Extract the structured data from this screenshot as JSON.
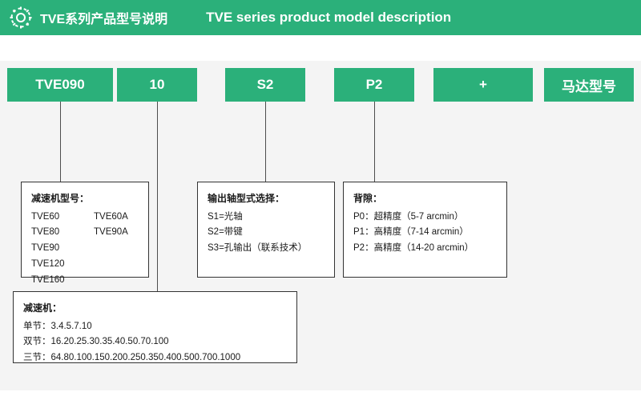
{
  "header": {
    "title_cn": "TVE系列产品型号说明",
    "title_en": "TVE series product model description",
    "icon": "gear-icon",
    "bg_color": "#2bb07a"
  },
  "code_boxes": [
    {
      "label": "TVE090"
    },
    {
      "label": "10"
    },
    {
      "label": "S2"
    },
    {
      "label": "P2"
    },
    {
      "label": "+"
    },
    {
      "label": "马达型号"
    }
  ],
  "info_boxes": {
    "gearbox_model": {
      "title": "减速机型号：",
      "rows_left": [
        "TVE60",
        "TVE80",
        "TVE90",
        "TVE120",
        "TVE160"
      ],
      "rows_right": [
        "TVE60A",
        "TVE90A",
        "",
        "",
        ""
      ]
    },
    "output_shaft": {
      "title": "输出轴型式选择：",
      "rows": [
        "S1=光轴",
        "S2=带键",
        "S3=孔输出（联系技术）"
      ]
    },
    "backlash": {
      "title": "背隙：",
      "rows": [
        "P0：超精度（5-7 arcmin）",
        "P1：高精度（7-14 arcmin）",
        "P2：高精度（14-20 arcmin）"
      ]
    },
    "ratio": {
      "title": "减速机：",
      "rows": [
        "单节：3.4.5.7.10",
        "双节：16.20.25.30.35.40.50.70.100",
        "三节：64.80.100.150.200.250.350.400.500.700.1000"
      ]
    }
  },
  "colors": {
    "accent": "#2bb07a",
    "band": "#f4f4f4",
    "line": "#4d4d4d",
    "text": "#1a1a1a"
  }
}
